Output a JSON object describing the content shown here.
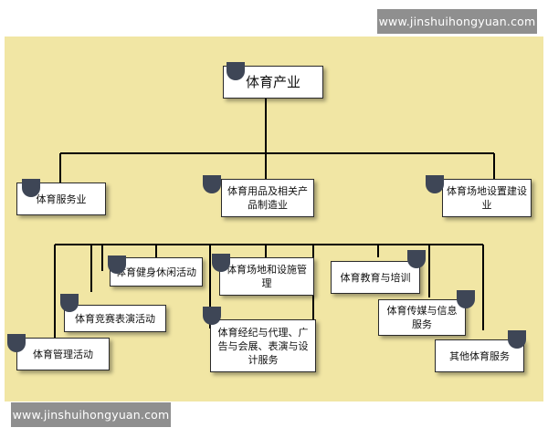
{
  "watermark": {
    "top": "www.jinshuihongyuan.com",
    "bottom": "www.jinshuihongyuan.com"
  },
  "colors": {
    "panel_bg": "#f1e6a4",
    "node_bg": "#ffffff",
    "node_tab": "#3e4656",
    "watermark_bg": "#8f8f8f"
  },
  "diagram": {
    "root": "体育产业",
    "level1": {
      "left": "体育服务业",
      "center": "体育用品及相关产品制造业",
      "right": "体育场地设置建设业"
    },
    "level2": {
      "fitness": "体育健身休闲活动",
      "venue": "体育场地和设施管理",
      "competition": "体育竞赛表演活动",
      "management": "体育管理活动",
      "agency": "体育经纪与代理、广告与会展、表演与设计服务",
      "education": "体育教育与培训",
      "media": "体育传媒与信息服务",
      "other": "其他体育服务"
    }
  }
}
